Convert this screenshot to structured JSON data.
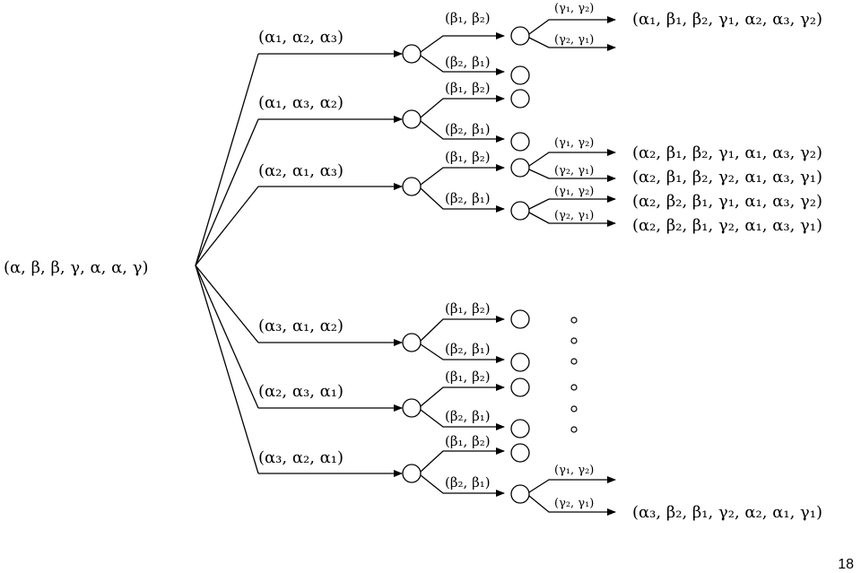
{
  "root": {
    "label": "(α, β, β, γ, α, α, γ)"
  },
  "level1": [
    {
      "label": "(α₁, α₂, α₃)"
    },
    {
      "label": "(α₁, α₃, α₂)"
    },
    {
      "label": "(α₂, α₁, α₃)"
    },
    {
      "label": "(α₃, α₁, α₂)"
    },
    {
      "label": "(α₂, α₃, α₁)"
    },
    {
      "label": "(α₃, α₂, α₁)"
    }
  ],
  "level2": {
    "beta12": "(β₁, β₂)",
    "beta21": "(β₂, β₁)"
  },
  "level3": {
    "gamma12": "(γ₁, γ₂)",
    "gamma21": "(γ₂, γ₁)"
  },
  "results": [
    "(α₁, β₁, β₂, γ₁, α₂, α₃, γ₂)",
    "(α₂, β₁, β₂, γ₁, α₁, α₃, γ₂)",
    "(α₂, β₁, β₂, γ₂, α₁, α₃, γ₁)",
    "(α₂, β₂, β₁, γ₁, α₁, α₃, γ₂)",
    "(α₂, β₂, β₁, γ₂, α₁, α₃, γ₁)",
    "(α₃, β₂, β₁, γ₂, α₂, α₁, γ₁)"
  ],
  "page_number": "18"
}
